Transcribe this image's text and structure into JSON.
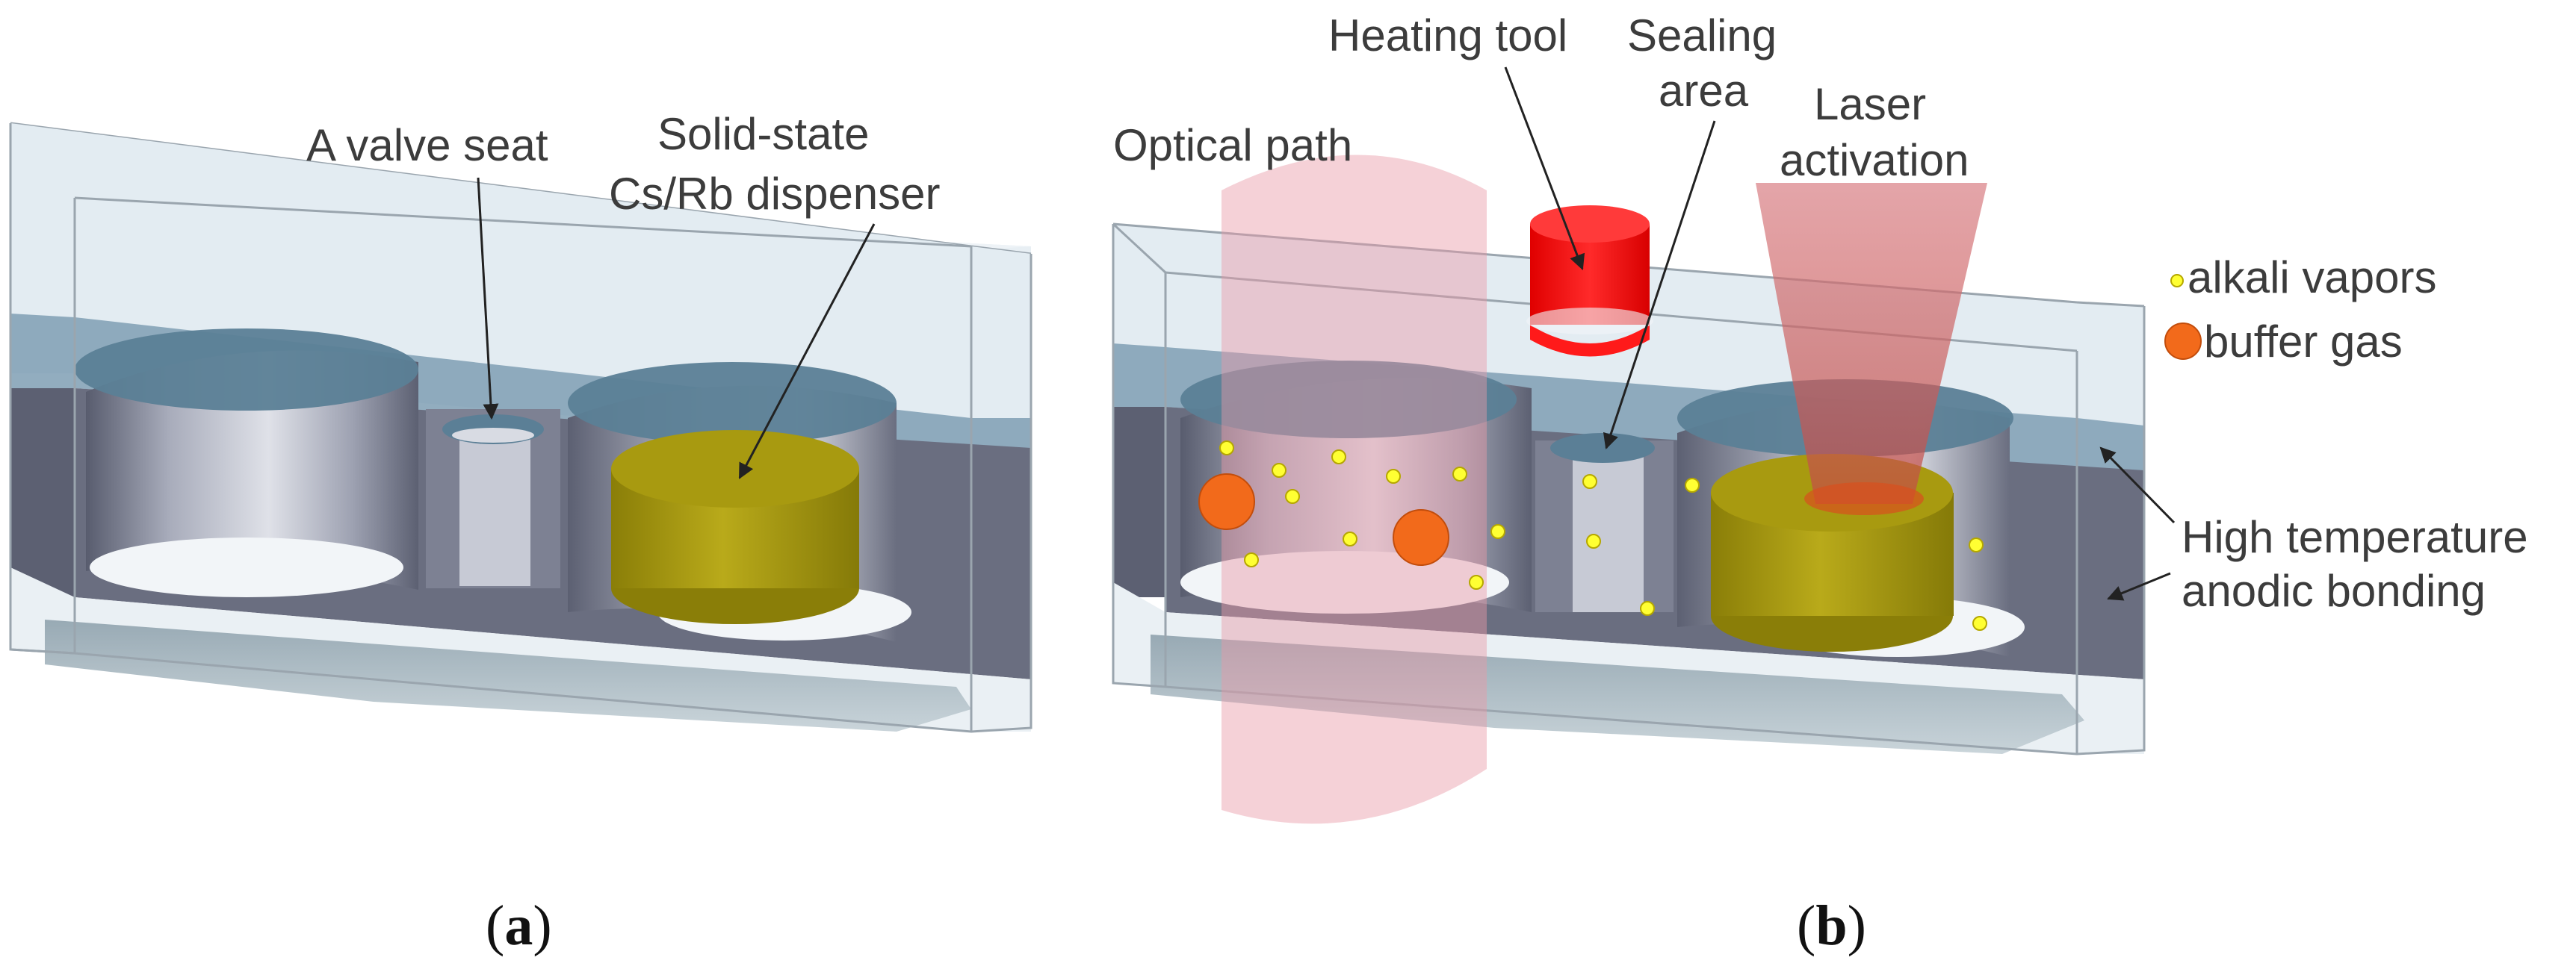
{
  "colors": {
    "glass_fill": "#dde8ef",
    "glass_edge": "#8f9aa5",
    "silicon": "#6a6e80",
    "cavity_top": "#5b7f96",
    "dispenser": "#a89a10",
    "heating_tool": "#ff1a1a",
    "laser": "#c85a60",
    "optical_path": "#eaaab4",
    "alkali_vapor": "#ffff33",
    "buffer_gas": "#f26a1b"
  },
  "panel_a": {
    "caption_letter": "a",
    "labels": {
      "valve_seat": "A valve seat",
      "dispenser_line1": "Solid-state",
      "dispenser_line2": "Cs/Rb dispenser"
    }
  },
  "panel_b": {
    "caption_letter": "b",
    "labels": {
      "optical_path": "Optical path",
      "heating_tool": "Heating tool",
      "sealing_line1": "Sealing",
      "sealing_line2": "area",
      "laser_line1": "Laser",
      "laser_line2": "activation",
      "bonding_line1": "High temperature",
      "bonding_line2": "anodic bonding"
    },
    "legend": [
      {
        "label": "alkali vapors",
        "marker": "small-yellow-dot"
      },
      {
        "label": "buffer gas",
        "marker": "orange-circle"
      }
    ]
  }
}
